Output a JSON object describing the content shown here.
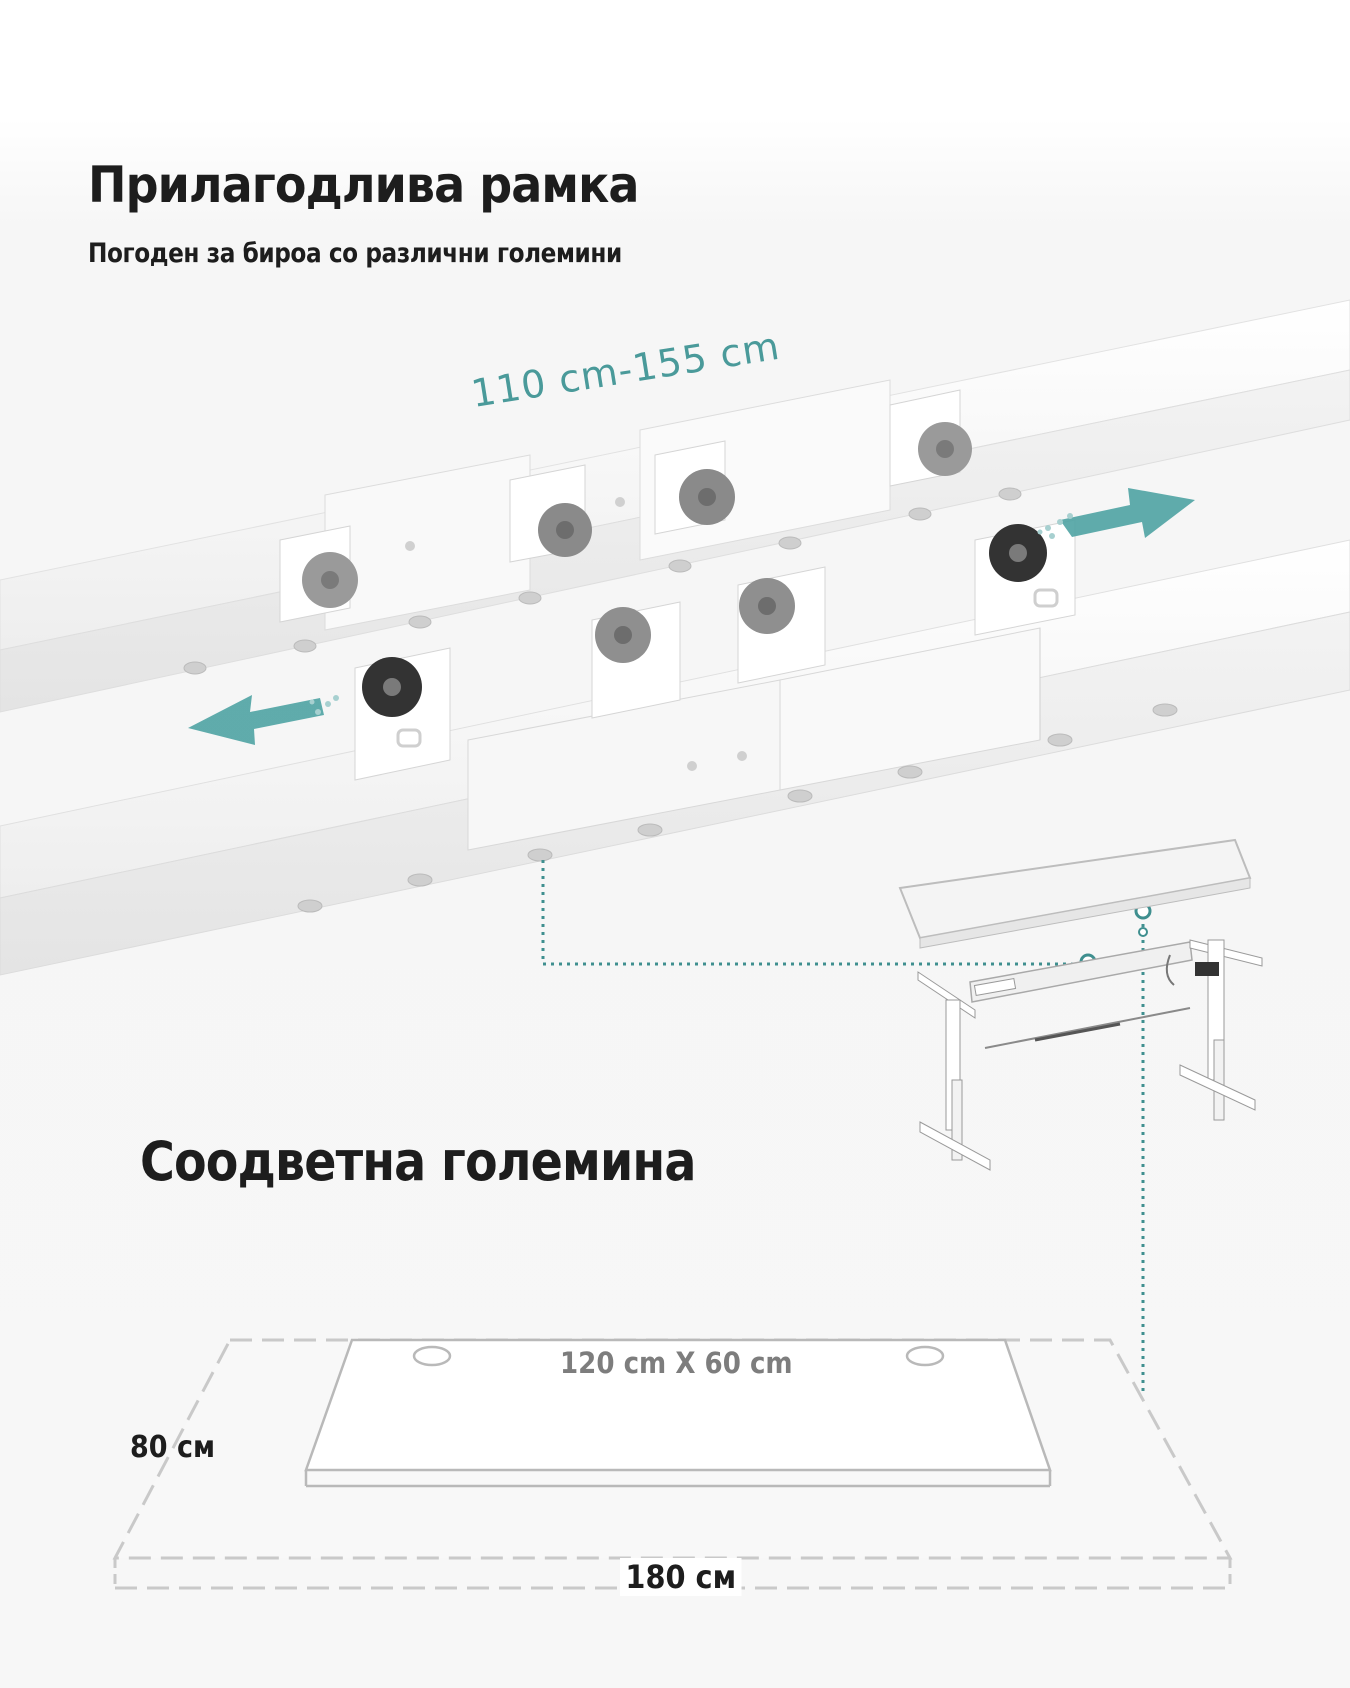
{
  "header": {
    "title": "Прилагодлива рамка",
    "subtitle": "Погоден за бироа со различни големини"
  },
  "frame_illustration": {
    "range_label": "110 cm-155 cm",
    "accent_color": "#4fa3a3"
  },
  "size_section": {
    "title": "Соодветна големина",
    "desk_size_label": "120 cm X 60 cm",
    "max_depth_label": "80 см",
    "max_width_label": "180 см"
  }
}
